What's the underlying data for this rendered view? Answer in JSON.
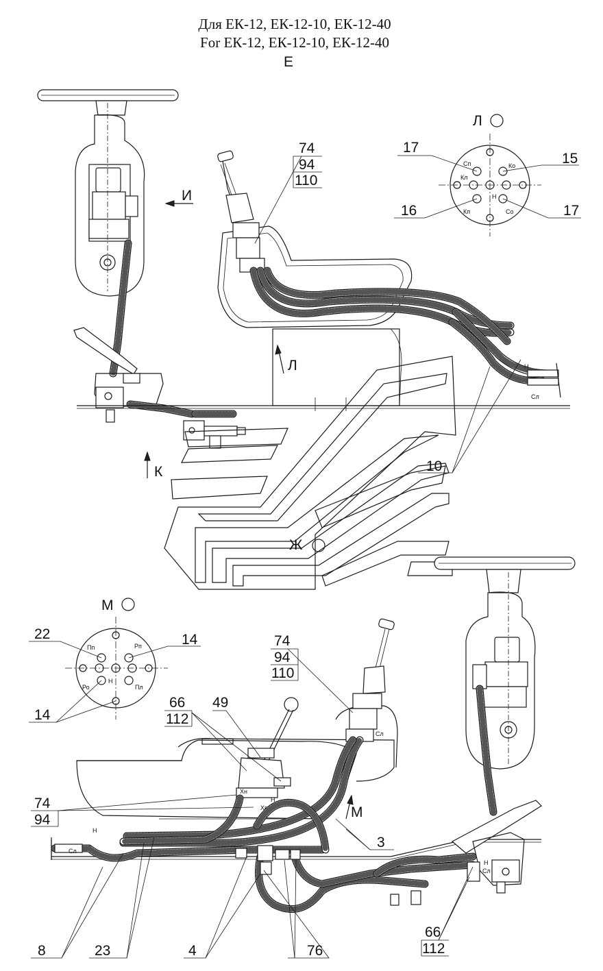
{
  "title": {
    "line1": "Для ЕК-12, ЕК-12-10, ЕК-12-40",
    "line2": "For ЕК-12, ЕК-12-10, ЕК-12-40",
    "view": "Е"
  },
  "views": {
    "I": "И",
    "L": "Л",
    "K": "К",
    "Zh": "Ж",
    "M": "М",
    "M_arrow": "М",
    "L_arrow": "Л"
  },
  "leaders": {
    "p74a": "74",
    "p94a": "94",
    "p110a": "110",
    "p17a": "17",
    "p15": "15",
    "p16": "16",
    "p17b": "17",
    "p10": "10",
    "p22": "22",
    "p14a": "14",
    "p14b": "14",
    "p74b": "74",
    "p94b": "94",
    "p110b": "110",
    "p66a": "66",
    "p112a": "112",
    "p49": "49",
    "p74c": "74",
    "p94c": "94",
    "p3": "3",
    "p8": "8",
    "p23": "23",
    "p4": "4",
    "p76": "76",
    "p66b": "66",
    "p112b": "112"
  },
  "port_labels": {
    "L_view": {
      "Sp": "Сп",
      "Ko": "Ко",
      "Kl": "Кл",
      "N": "Н",
      "Kp": "Кп",
      "So": "Со",
      "Sl": "Сл"
    },
    "M_view": {
      "Pp": "Пп",
      "Rp": "Рп",
      "Pl": "Пл",
      "Ro": "Ро",
      "N": "Н",
      "Sl": "Сл",
      "Pn": "Пл"
    },
    "misc": {
      "N": "Н",
      "Sl": "Сл",
      "Hn": "Хн",
      "Hv": "Хв"
    }
  }
}
